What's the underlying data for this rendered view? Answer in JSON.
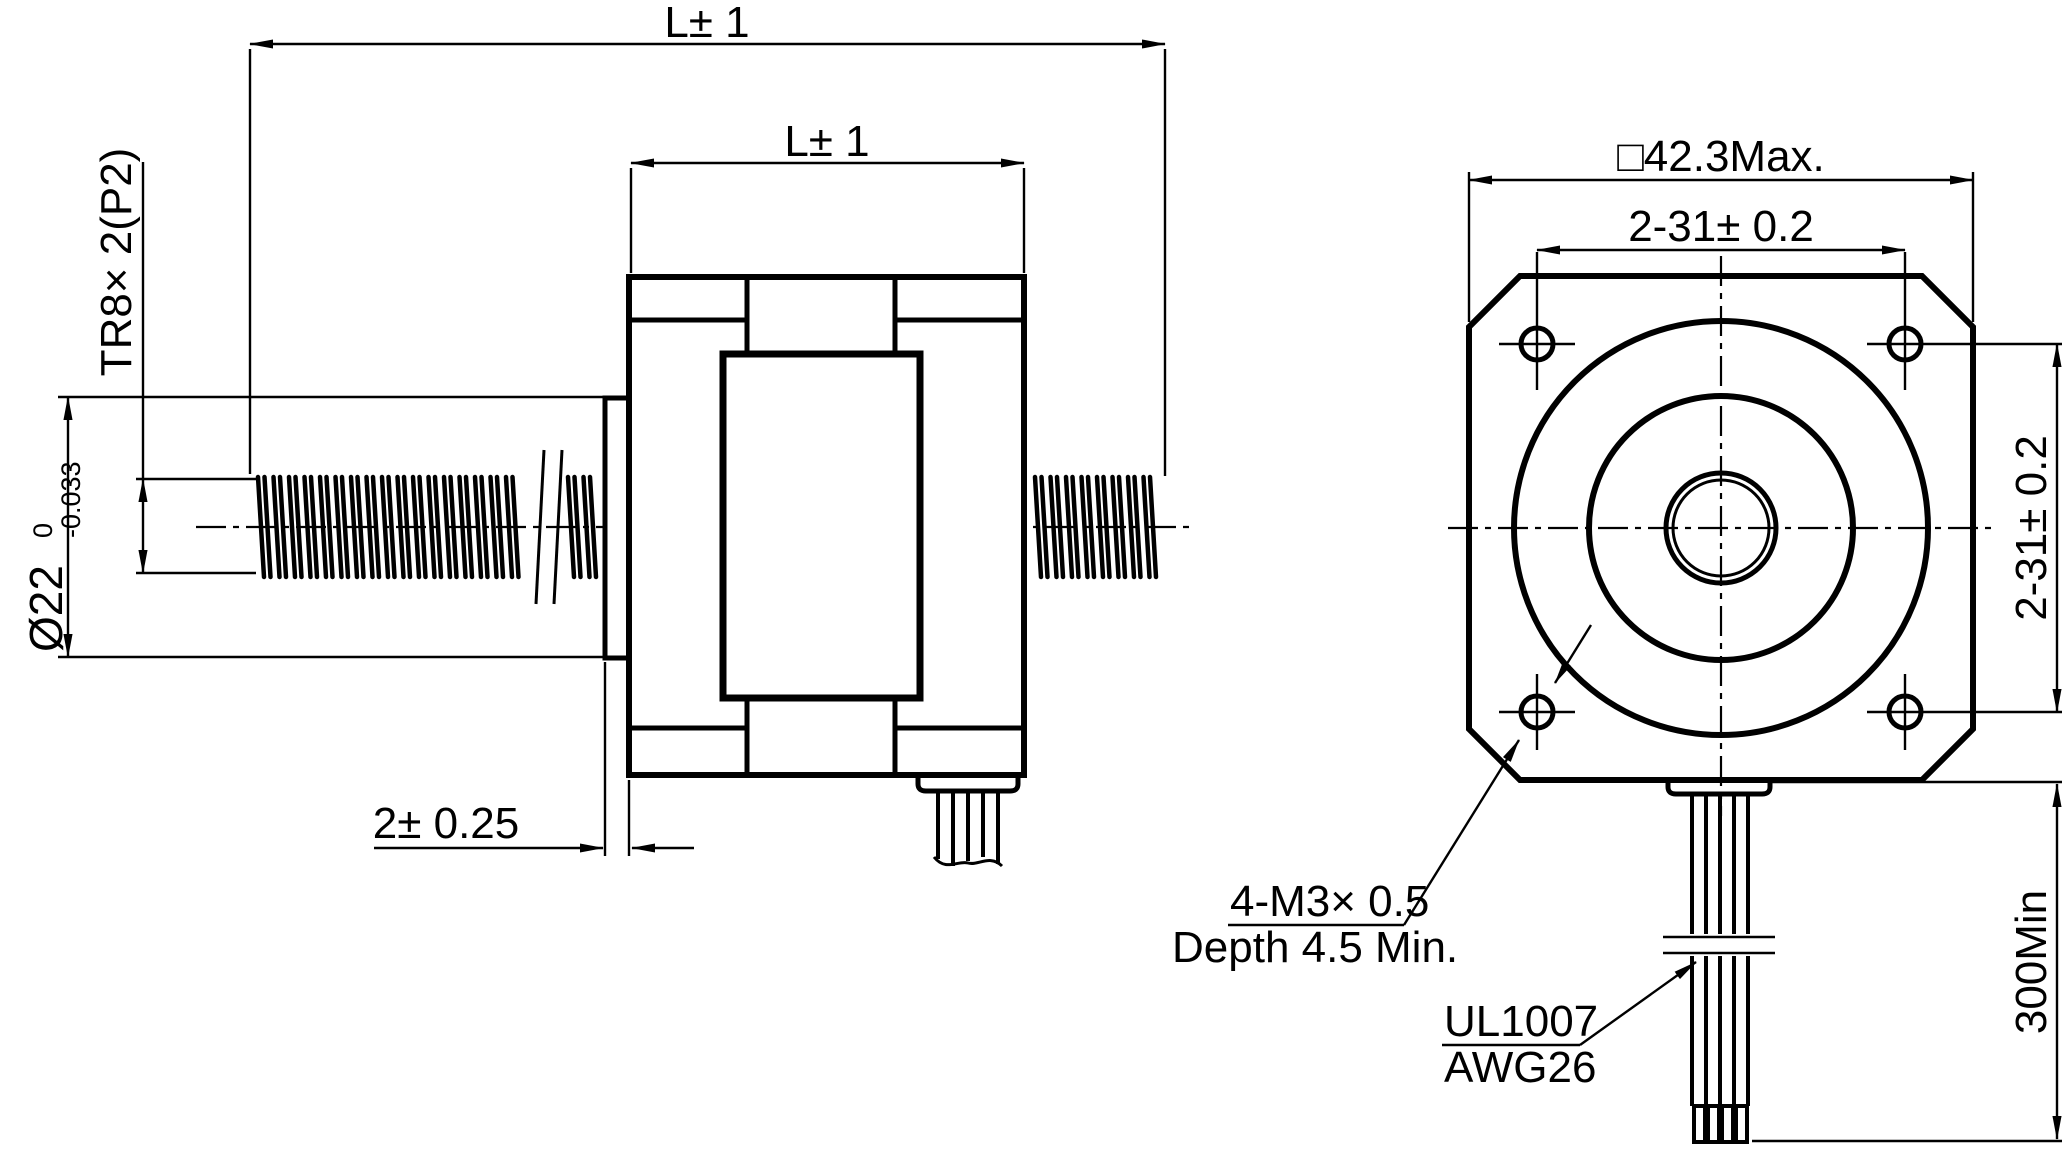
{
  "side_view": {
    "dim_overall_length": "L± 1",
    "dim_shaft_length": "L± 1",
    "thread_spec": "TR8× 2(P2)",
    "boss_diameter": "Ø22",
    "boss_diameter_tol_upper": "0",
    "boss_diameter_tol_lower": "-0.033",
    "boss_protrusion": "2± 0.25"
  },
  "front_view": {
    "frame_size": "□42.3Max.",
    "hole_spacing_horizontal": "2-31± 0.2",
    "hole_spacing_vertical": "2-31± 0.2",
    "mounting_hole_note_line1": "4-M3× 0.5",
    "mounting_hole_note_line2": "Depth 4.5 Min.",
    "lead_wire_note_line1": "UL1007",
    "lead_wire_note_line2": "AWG26",
    "lead_wire_length": "300Min"
  },
  "colors": {
    "line": "#000000",
    "background": "#ffffff"
  }
}
